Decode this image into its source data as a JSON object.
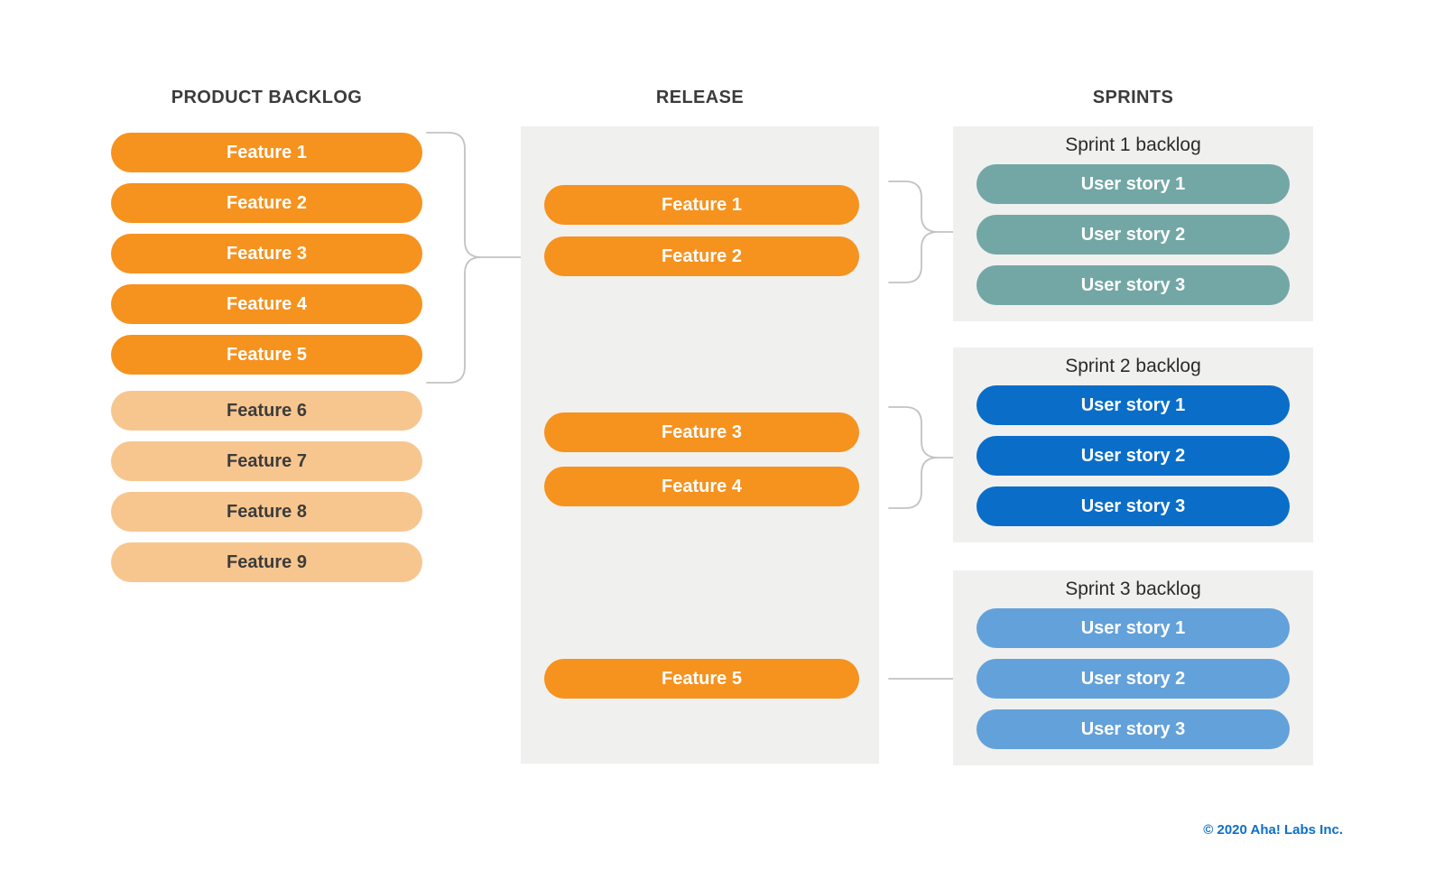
{
  "columns": {
    "product_backlog": {
      "title": "PRODUCT BACKLOG",
      "features": [
        {
          "label": "Feature 1",
          "state": "committed"
        },
        {
          "label": "Feature 2",
          "state": "committed"
        },
        {
          "label": "Feature 3",
          "state": "committed"
        },
        {
          "label": "Feature 4",
          "state": "committed"
        },
        {
          "label": "Feature 5",
          "state": "committed"
        },
        {
          "label": "Feature 6",
          "state": "backlog"
        },
        {
          "label": "Feature 7",
          "state": "backlog"
        },
        {
          "label": "Feature 8",
          "state": "backlog"
        },
        {
          "label": "Feature 9",
          "state": "backlog"
        }
      ]
    },
    "release": {
      "title": "RELEASE",
      "features": [
        "Feature 1",
        "Feature 2",
        "Feature 3",
        "Feature 4",
        "Feature 5"
      ]
    },
    "sprints": {
      "title": "SPRINTS",
      "panels": [
        {
          "title": "Sprint 1 backlog",
          "color_key": "teal",
          "stories": [
            "User story 1",
            "User story 2",
            "User story 3"
          ]
        },
        {
          "title": "Sprint 2 backlog",
          "color_key": "blue_dark",
          "stories": [
            "User story 1",
            "User story 2",
            "User story 3"
          ]
        },
        {
          "title": "Sprint 3 backlog",
          "color_key": "blue_light",
          "stories": [
            "User story 1",
            "User story 2",
            "User story 3"
          ]
        }
      ]
    }
  },
  "footer": {
    "copyright": "© 2020 Aha! Labs Inc."
  },
  "colors": {
    "orange_dark": "#F6921E",
    "orange_light": "#F7C68F",
    "teal": "#73A7A5",
    "blue_dark": "#0A6EC8",
    "blue_light": "#63A1DB",
    "panel_gray": "#F0F0EF",
    "connector_gray": "#C2C2C2",
    "heading_text": "#3B3B3B",
    "pill_dark_text": "#3C3C3B",
    "sprint_title_text": "#2B2B2B",
    "footer_blue": "#0C6FC8"
  }
}
